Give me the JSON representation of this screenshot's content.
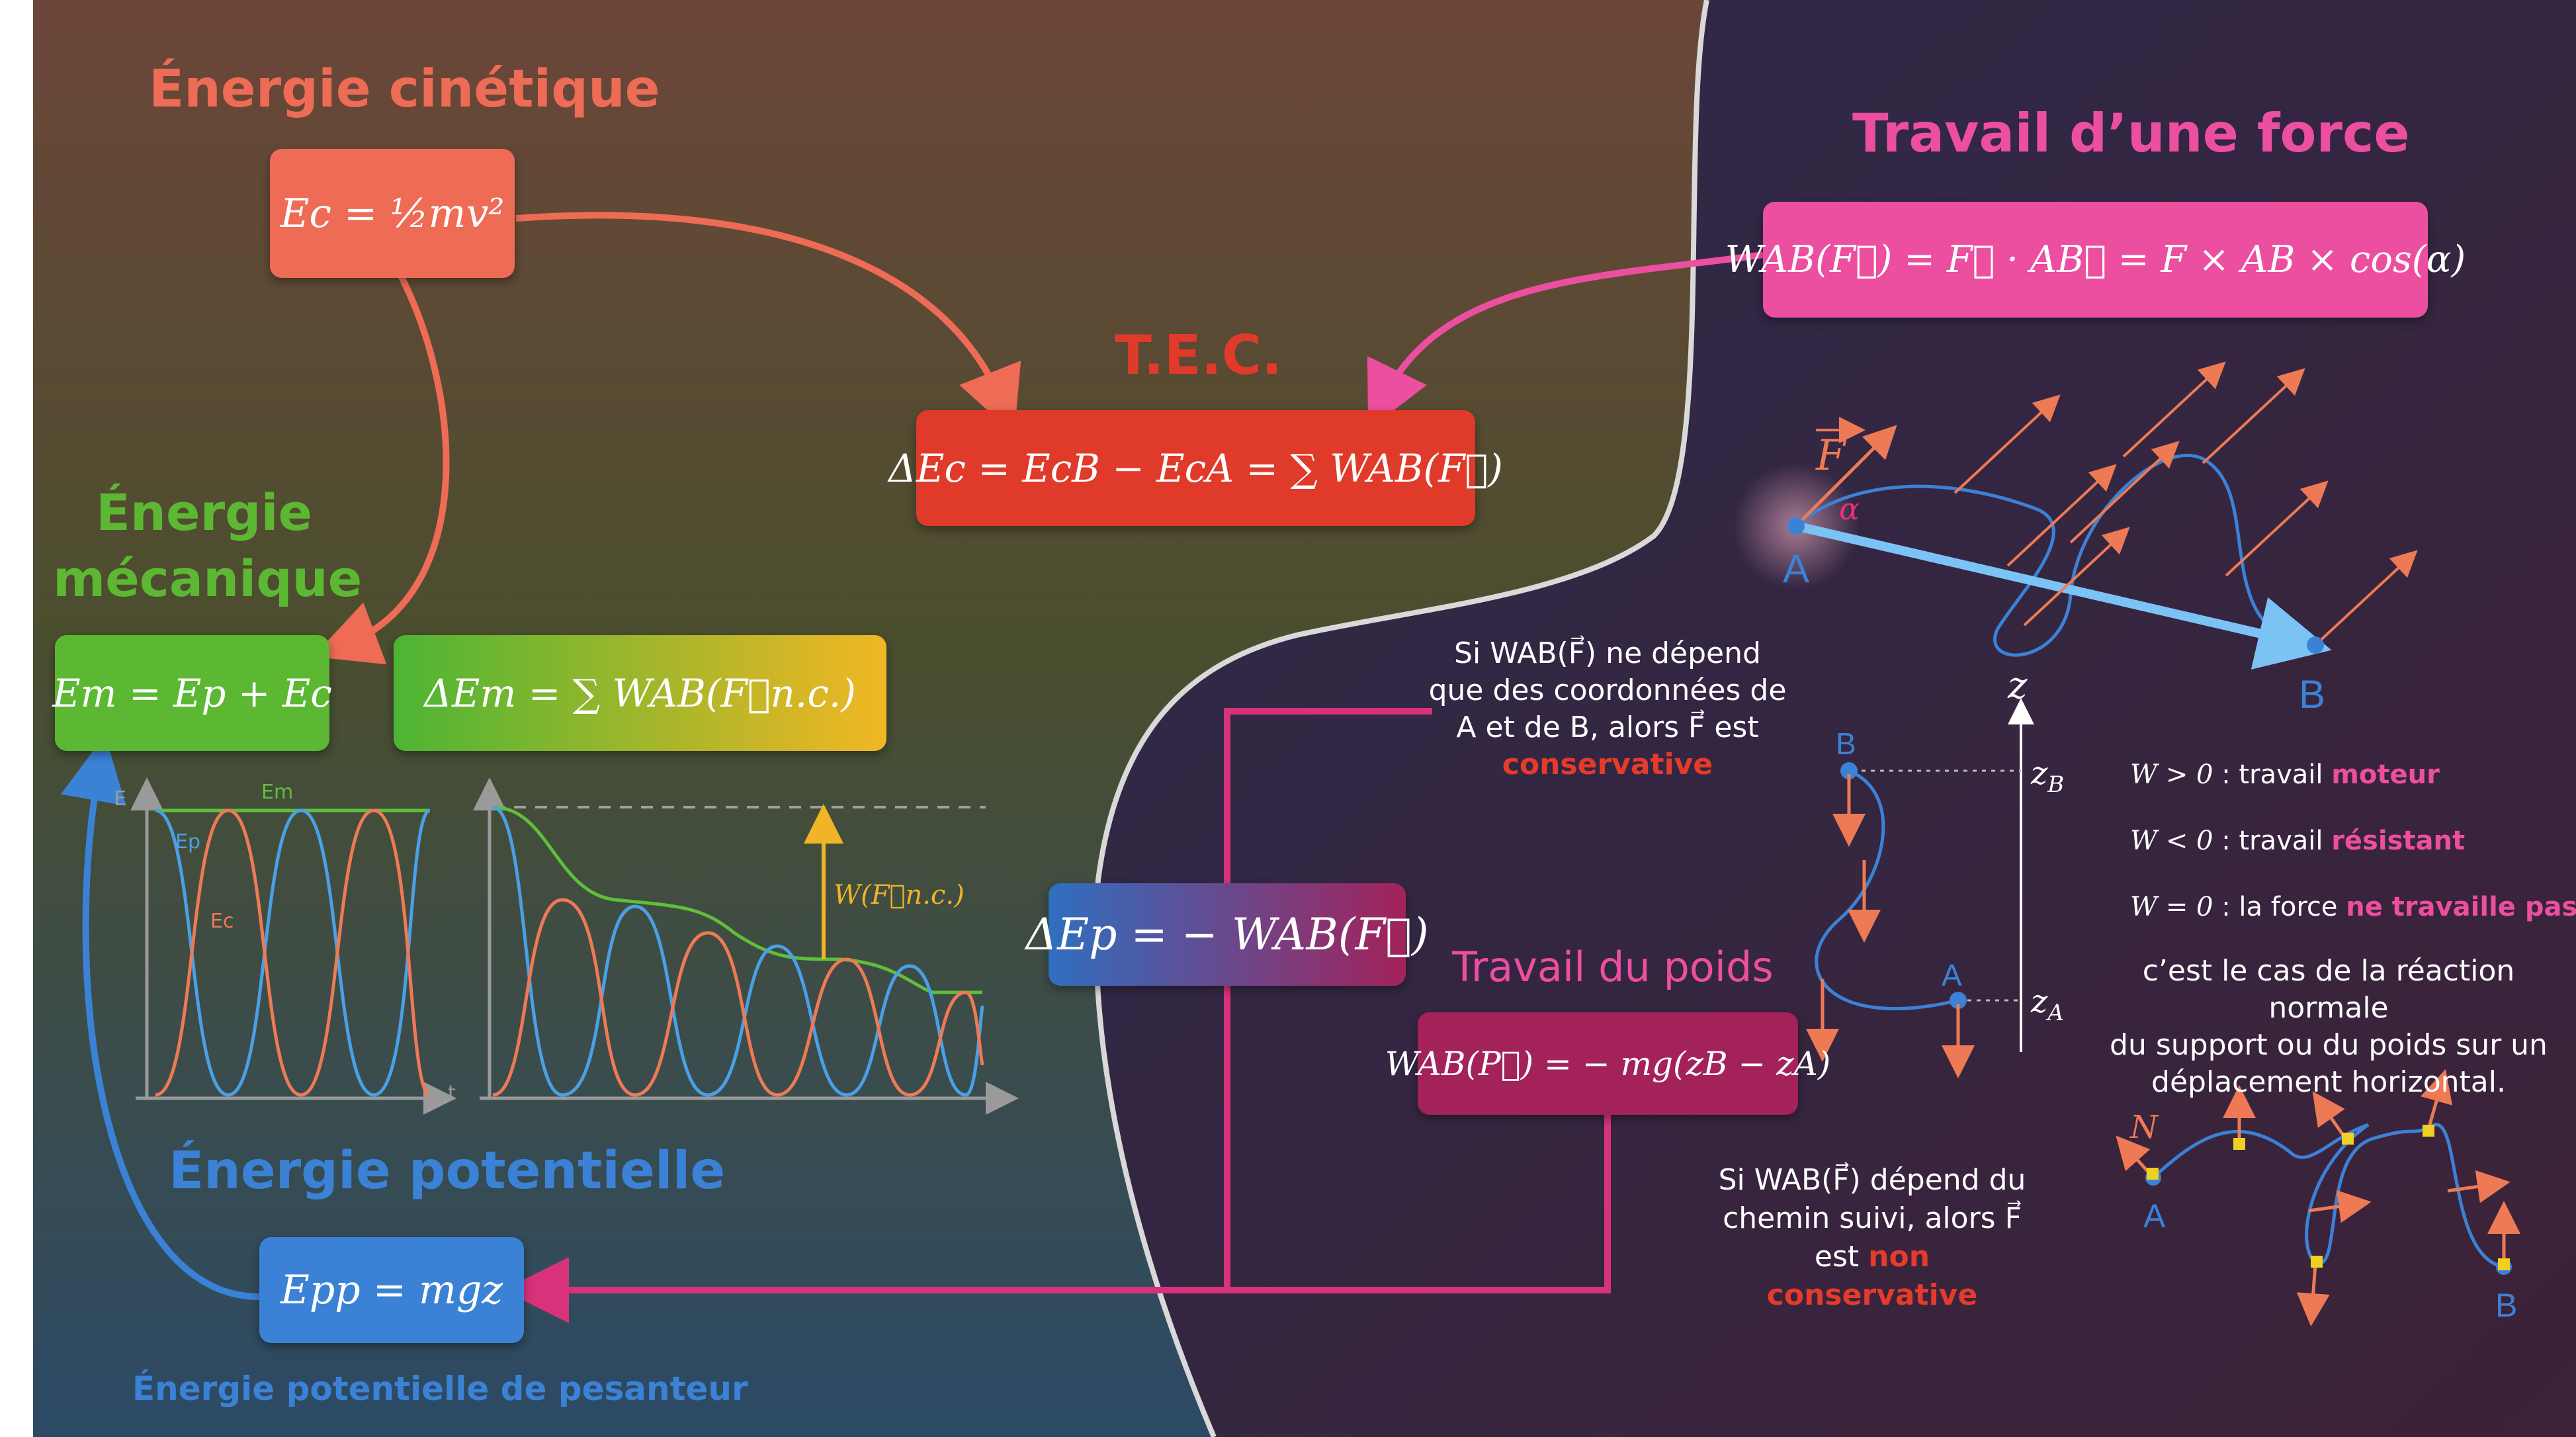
{
  "colors": {
    "kinetic": "#ee6b55",
    "mechanical": "#5cb833",
    "potential": "#3b82d6",
    "tec": "#e03a2a",
    "work": "#ec4f9f",
    "weight": "#a3225a",
    "accent_red": "#e53b2b",
    "accent_pink": "#ec4f9f",
    "graph_green": "#5fbf3a",
    "graph_blue": "#4aa0e6",
    "graph_orange": "#ee7a55",
    "graph_yellow": "#f0b429"
  },
  "titles": {
    "kinetic": "Énergie cinétique",
    "mechanical_line1": "Énergie",
    "mechanical_line2": "mécanique",
    "tec": "T.E.C.",
    "potential": "Énergie potentielle",
    "potential_sub": "Énergie potentielle de pesanteur",
    "work": "Travail d’une force",
    "weight_work": "Travail du poids"
  },
  "formulas": {
    "ec": "Ec = ½mv²",
    "em": "Em = Ep + Ec",
    "dem": "ΔEm = ∑ WAB(F⃗n.c.)",
    "tec": "ΔEc = EcB − EcA = ∑ WAB(F⃗)",
    "work": "WAB(F⃗) = F⃗ · AB⃗ = F × AB × cos(α)",
    "dep": "ΔEp = − WAB(F⃗)",
    "weight": "WAB(P⃗) = − mg(zB − zA)",
    "epp": "Epp = mgz"
  },
  "conservative": {
    "line1": "Si WAB(F⃗) ne dépend",
    "line2": "que des coordonnées de",
    "line3": "A et de B, alors F⃗ est",
    "word": "conservative"
  },
  "nonconservative": {
    "line1": "Si WAB(F⃗) dépend du",
    "line2": "chemin suivi, alors F⃗",
    "prefix": "est",
    "word": "non conservative"
  },
  "work_sign": {
    "pos_formula": "W > 0",
    "pos_text": ": travail",
    "pos_word": "moteur",
    "neg_formula": "W < 0",
    "neg_text": ": travail",
    "neg_word": "résistant",
    "zero_formula": "W = 0",
    "zero_text": ": la force",
    "zero_word": "ne travaille pas",
    "normal_line1": "c’est le cas de la réaction normale",
    "normal_line2": "du support ou du poids sur un",
    "normal_line3": "déplacement horizontal."
  },
  "labels": {
    "A": "A",
    "B": "B",
    "F": "F",
    "alpha": "α",
    "z": "z",
    "zA": "zA",
    "zB": "zB",
    "N": "N",
    "graph_E": "E",
    "graph_t": "t",
    "graph_Em": "Em",
    "graph_Ep": "Ep",
    "graph_Ec": "Ec",
    "graph_W": "W(F⃗n.c.)"
  }
}
